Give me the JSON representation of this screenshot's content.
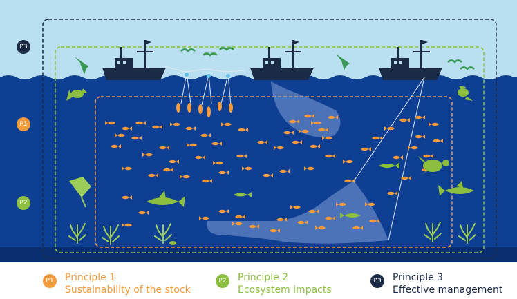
{
  "badges": {
    "p1": "P1",
    "p2": "P2",
    "p3": "P3"
  },
  "colors": {
    "sky": "#b9dff1",
    "sea": "#0f3f93",
    "seabed": "#0a2f70",
    "boat": "#1b2a45",
    "fish": "#f29a3c",
    "green": "#8cbf3f",
    "net": "#7f9fd6",
    "p1": "#f39a3d",
    "p2": "#8dbf40",
    "p3": "#1b2a45"
  },
  "legend": [
    {
      "badge": "P1",
      "title": "Principle 1",
      "subtitle": "Sustainability of the stock"
    },
    {
      "badge": "P2",
      "title": "Principle 2",
      "subtitle": "Ecosystem impacts"
    },
    {
      "badge": "P3",
      "title": "Principle 3",
      "subtitle": "Effective management"
    }
  ]
}
